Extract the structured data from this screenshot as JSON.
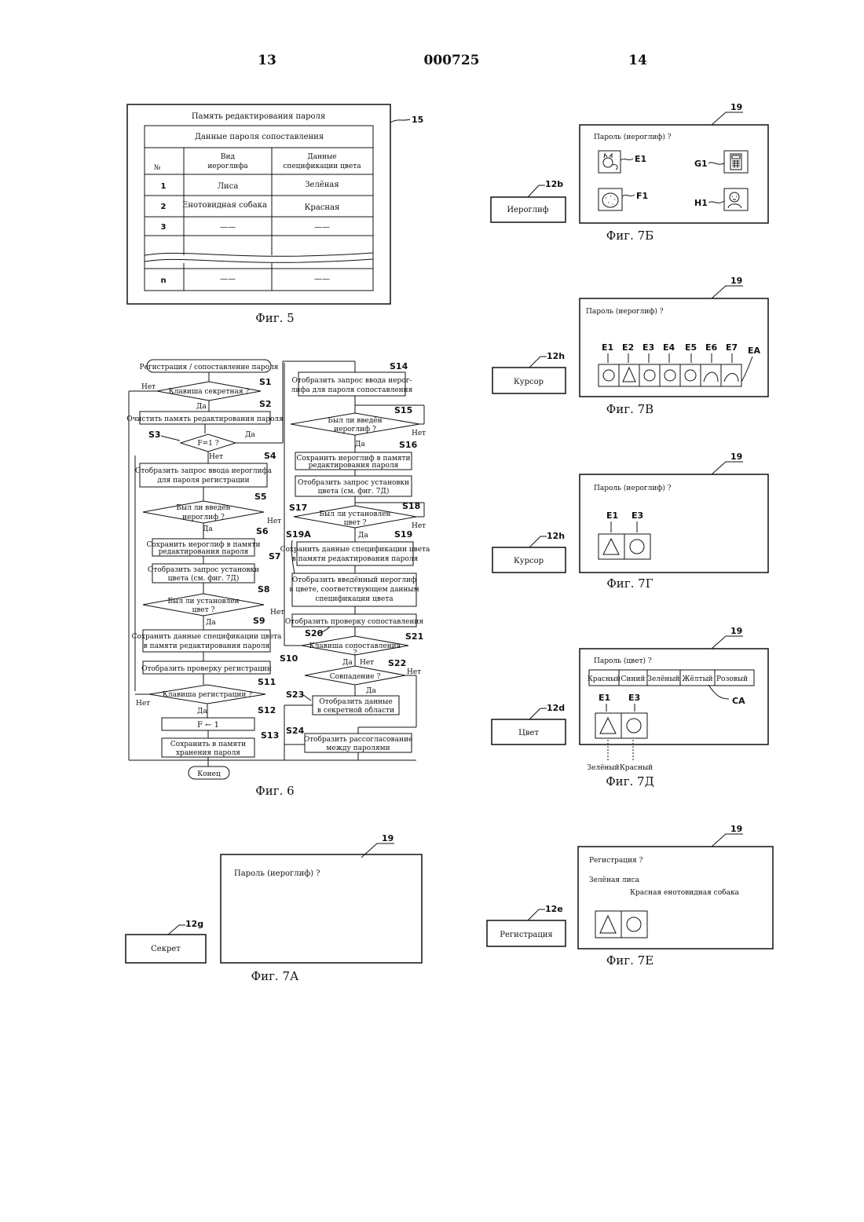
{
  "header": {
    "left": "13",
    "center": "000725",
    "right": "14"
  },
  "fig5": {
    "caption": "Фиг. 5",
    "ref": "15",
    "title": "Память редактирования пароля",
    "subtitle": "Данные пароля сопоставления",
    "col_no": "№",
    "col_kind": [
      "Вид",
      "иероглифа"
    ],
    "col_color": [
      "Данные",
      "спецификации цвета"
    ],
    "rows": [
      {
        "no": "1",
        "kind": "Лиса",
        "color": "Зелёная"
      },
      {
        "no": "2",
        "kind": "Енотовидная собака",
        "color": "Красная"
      },
      {
        "no": "3",
        "kind": "——",
        "color": "——"
      },
      {
        "no": "n",
        "kind": "——",
        "color": "——"
      }
    ]
  },
  "fig6": {
    "caption": "Фиг. 6",
    "start": "Регистрация / сопоставление пароля",
    "end": "Конец",
    "yes": "Да",
    "no": "Нет",
    "steps": {
      "S1": "Клавиша секретная ?",
      "S2": "Очистить память редактирования пароля",
      "S3": "F=1 ?",
      "S4": [
        "Отобразить запрос ввода иероглифа",
        "для пароля регистрации"
      ],
      "S5": [
        "Был ли введён",
        "иероглиф ?"
      ],
      "S6": [
        "Сохранить иероглиф в памяти",
        "редактирования пароля"
      ],
      "S7": [
        "Отобразить запрос установки",
        "цвета (см. фиг. 7Д)"
      ],
      "S8": [
        "Был ли установлен",
        "цвет ?"
      ],
      "S9": [
        "Сохранить данные спецификации цвета",
        "в памяти редактирования пароля"
      ],
      "S10": "Отобразить проверку регистрации",
      "S11": "Клавиша регистрации ?",
      "S12": "F ← 1",
      "S13": [
        "Сохранить в памяти",
        "хранения пароля"
      ],
      "S14": [
        "Отобразить запрос ввода иерог-",
        "лифа для пароля сопоставления"
      ],
      "S15": [
        "Был ли введён",
        "иероглиф ?"
      ],
      "S16": [
        "Сохранить иероглиф в памяти",
        "редактирования пароля"
      ],
      "S17": [
        "Отобразить запрос установки",
        "цвета (см. фиг. 7Д)"
      ],
      "S18": [
        "Был ли установлен",
        "цвет ?"
      ],
      "S19": [
        "Сохранить данные спецификации цвета",
        "в памяти редактирования пароля"
      ],
      "S19A": [
        "Отобразить введённый иероглиф",
        "в цвете, соответствующем данным",
        "спецификации цвета"
      ],
      "S20": "Отобразить проверку сопоставления",
      "S21": [
        "Клавиша сопоставления",
        "?"
      ],
      "S22": "Совпадение ?",
      "S23": [
        "Отобразить данные",
        "в секретной области"
      ],
      "S24": [
        "Отобразить рассогласование",
        "между паролями"
      ]
    }
  },
  "fig7a": {
    "caption": "Фиг. 7А",
    "ref_screen": "19",
    "ref_key": "12g",
    "key": "Секрет",
    "prompt": "Пароль (иероглиф) ?"
  },
  "fig7b": {
    "caption": "Фиг. 7Б",
    "ref_screen": "19",
    "ref_key": "12b",
    "key": "Иероглиф",
    "prompt": "Пароль (иероглиф) ?",
    "icons": [
      "E1",
      "G1",
      "F1",
      "H1"
    ]
  },
  "fig7v": {
    "caption": "Фиг. 7В",
    "ref_screen": "19",
    "ref_key": "12h",
    "key": "Курсор",
    "prompt": "Пароль (иероглиф) ?",
    "icons": [
      "E1",
      "E2",
      "E3",
      "E4",
      "E5",
      "E6",
      "E7"
    ],
    "cursor": "EA"
  },
  "fig7g": {
    "caption": "Фиг. 7Г",
    "ref_screen": "19",
    "ref_key": "12h",
    "key": "Курсор",
    "prompt": "Пароль (иероглиф) ?",
    "icons": [
      "E1",
      "E3"
    ]
  },
  "fig7d": {
    "caption": "Фиг. 7Д",
    "ref_screen": "19",
    "ref_key": "12d",
    "key": "Цвет",
    "prompt": "Пароль (цвет) ?",
    "colors": [
      "Красный",
      "Синий",
      "Зелёный",
      "Жёлтый",
      "Розовый"
    ],
    "cursor": "CA",
    "icons": [
      "E1",
      "E3"
    ],
    "below": [
      "Зелёный",
      "Красный"
    ]
  },
  "fig7e": {
    "caption": "Фиг. 7Е",
    "ref_screen": "19",
    "ref_key": "12e",
    "key": "Регистрация",
    "prompt": "Регистрация ?",
    "line1": "Зелёная лиса",
    "line2": "Красная енотовидная собака"
  }
}
